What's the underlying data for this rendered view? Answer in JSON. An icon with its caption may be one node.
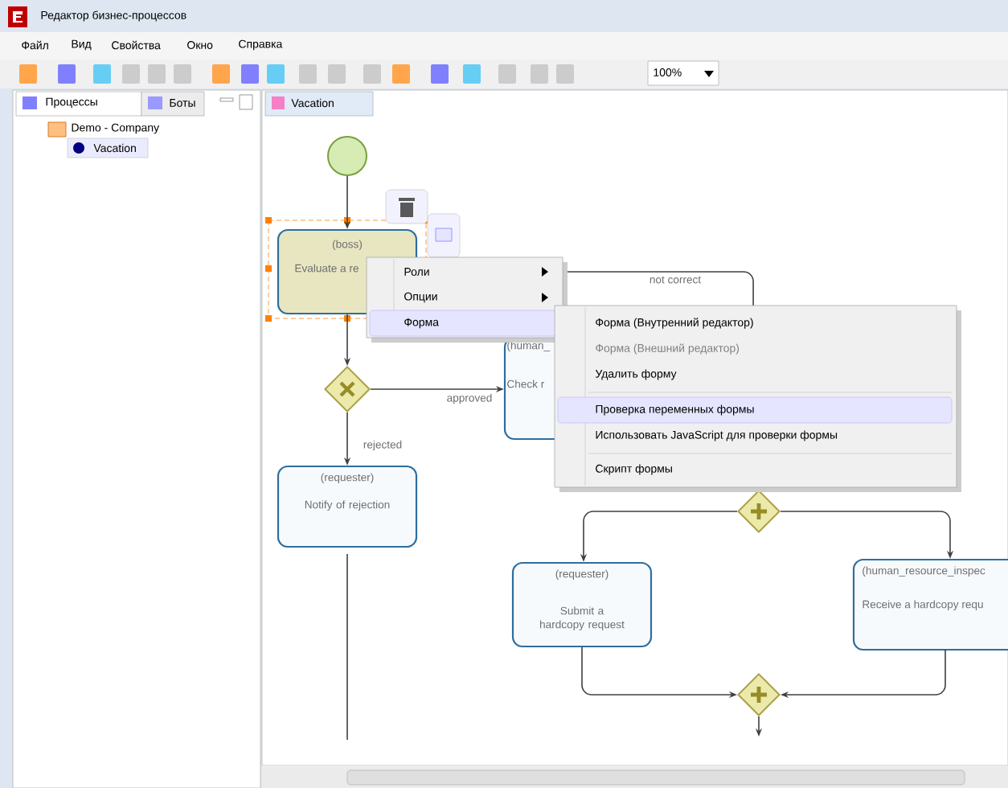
{
  "diagram": {
    "nodes": [
      {
        "text": [],
        "shape": "circle"
      },
      {
        "text": [
          "(boss)",
          "Evaluate a re"
        ]
      },
      {
        "text": [],
        "shape": "diamond"
      },
      {
        "text": [
          "(human_",
          "Check r"
        ]
      },
      {
        "text": [
          "(requester)",
          "Notify of rejection"
        ]
      },
      {
        "text": [],
        "shape": "diamond"
      },
      {
        "text": [
          "(requester)",
          "Submit a hardcopy request"
        ]
      },
      {
        "text": [
          "(human_resource_inspec",
          "Receive a hardcopy requ"
        ]
      },
      {
        "text": [],
        "shape": "diamond"
      }
    ],
    "edges": [
      {
        "from": 0,
        "to": 1,
        "arrow": "to"
      },
      {
        "from": 1,
        "to": 2,
        "arrow": "to"
      },
      {
        "from": 2,
        "to": 3,
        "arrow": "to",
        "label": "approved"
      },
      {
        "from": 2,
        "to": 4,
        "arrow": "to",
        "label": "rejected"
      },
      {
        "from": 3,
        "to": 1,
        "arrow": "to",
        "label": "not correct"
      },
      {
        "from": 5,
        "to": 6,
        "arrow": "to"
      },
      {
        "from": 5,
        "to": 7,
        "arrow": "to"
      },
      {
        "from": 6,
        "to": 8,
        "arrow": "to"
      },
      {
        "from": 7,
        "to": 8,
        "arrow": "to"
      },
      {
        "from": 8,
        "to": null,
        "arrow": "to"
      },
      {
        "from": 4,
        "to": null,
        "arrow": "none"
      }
    ],
    "labels": [
      "Редактор бизнес-процессов",
      "Файл",
      "Вид",
      "Свойства",
      "Окно",
      "Справка",
      "100%",
      "Процессы",
      "Боты",
      "Vacation",
      "Demo - Company",
      "Vacation",
      "Роли",
      "Опции",
      "Форма",
      "Форма (Внутренний редактор)",
      "Форма (Внешний редактор)",
      "Удалить форму",
      "Проверка переменных формы",
      "Использовать JavaScript для проверки формы",
      "Скрипт формы"
    ]
  }
}
